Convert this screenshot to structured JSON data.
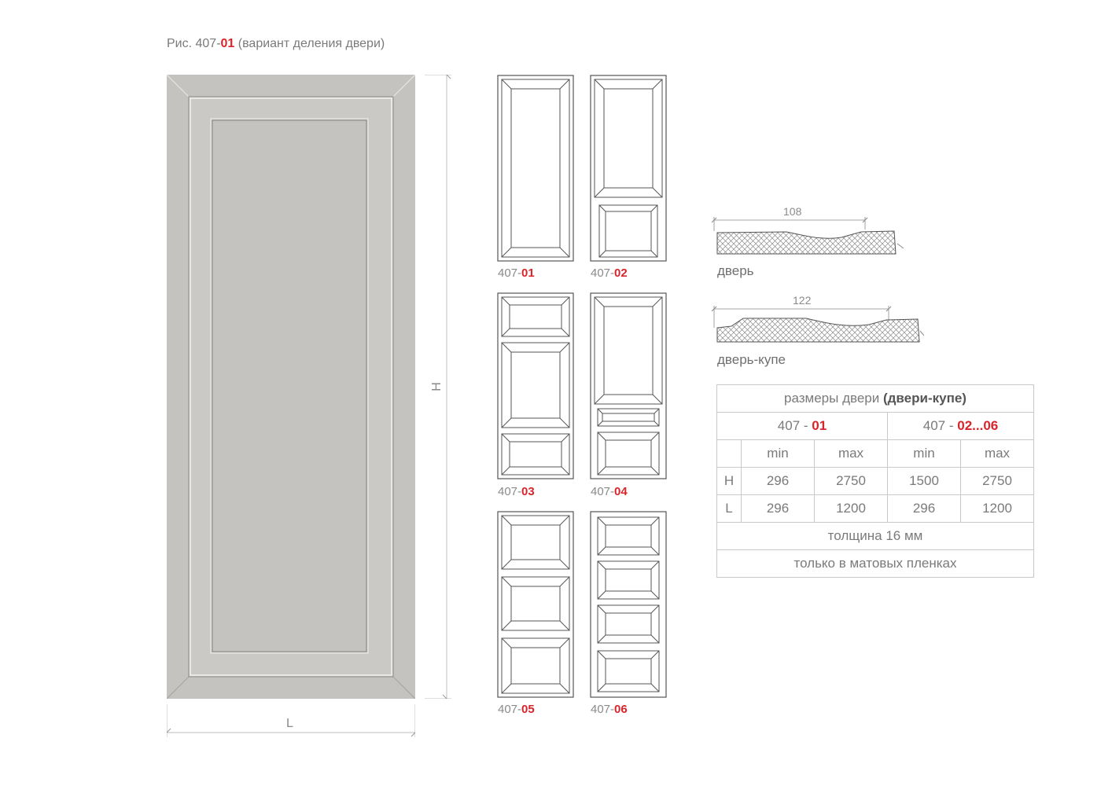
{
  "figure": {
    "prefix": "Рис. 407-",
    "number": "01",
    "suffix": " (вариант деления двери)"
  },
  "dimensions": {
    "height_label": "H",
    "width_label": "L"
  },
  "variants": [
    {
      "prefix": "407-",
      "code": "01"
    },
    {
      "prefix": "407-",
      "code": "02"
    },
    {
      "prefix": "407-",
      "code": "03"
    },
    {
      "prefix": "407-",
      "code": "04"
    },
    {
      "prefix": "407-",
      "code": "05"
    },
    {
      "prefix": "407-",
      "code": "06"
    }
  ],
  "profiles": [
    {
      "width": "108",
      "caption": "дверь"
    },
    {
      "width": "122",
      "caption": "дверь-купе"
    }
  ],
  "specs": {
    "title_normal": "размеры двери ",
    "title_bold": "(двери-купе)",
    "groups": [
      {
        "prefix": "407 - ",
        "code": "01"
      },
      {
        "prefix": "407 - ",
        "code": "02...06"
      }
    ],
    "col_min": "min",
    "col_max": "max",
    "rows": [
      {
        "label": "H",
        "values": [
          "296",
          "2750",
          "1500",
          "2750"
        ]
      },
      {
        "label": "L",
        "values": [
          "296",
          "1200",
          "296",
          "1200"
        ]
      }
    ],
    "thickness": "толщина 16 мм",
    "finish_note": "только в матовых пленках"
  },
  "colors": {
    "accent": "#d8242b",
    "door_fill": "#c5c3c0",
    "line": "#555555"
  }
}
